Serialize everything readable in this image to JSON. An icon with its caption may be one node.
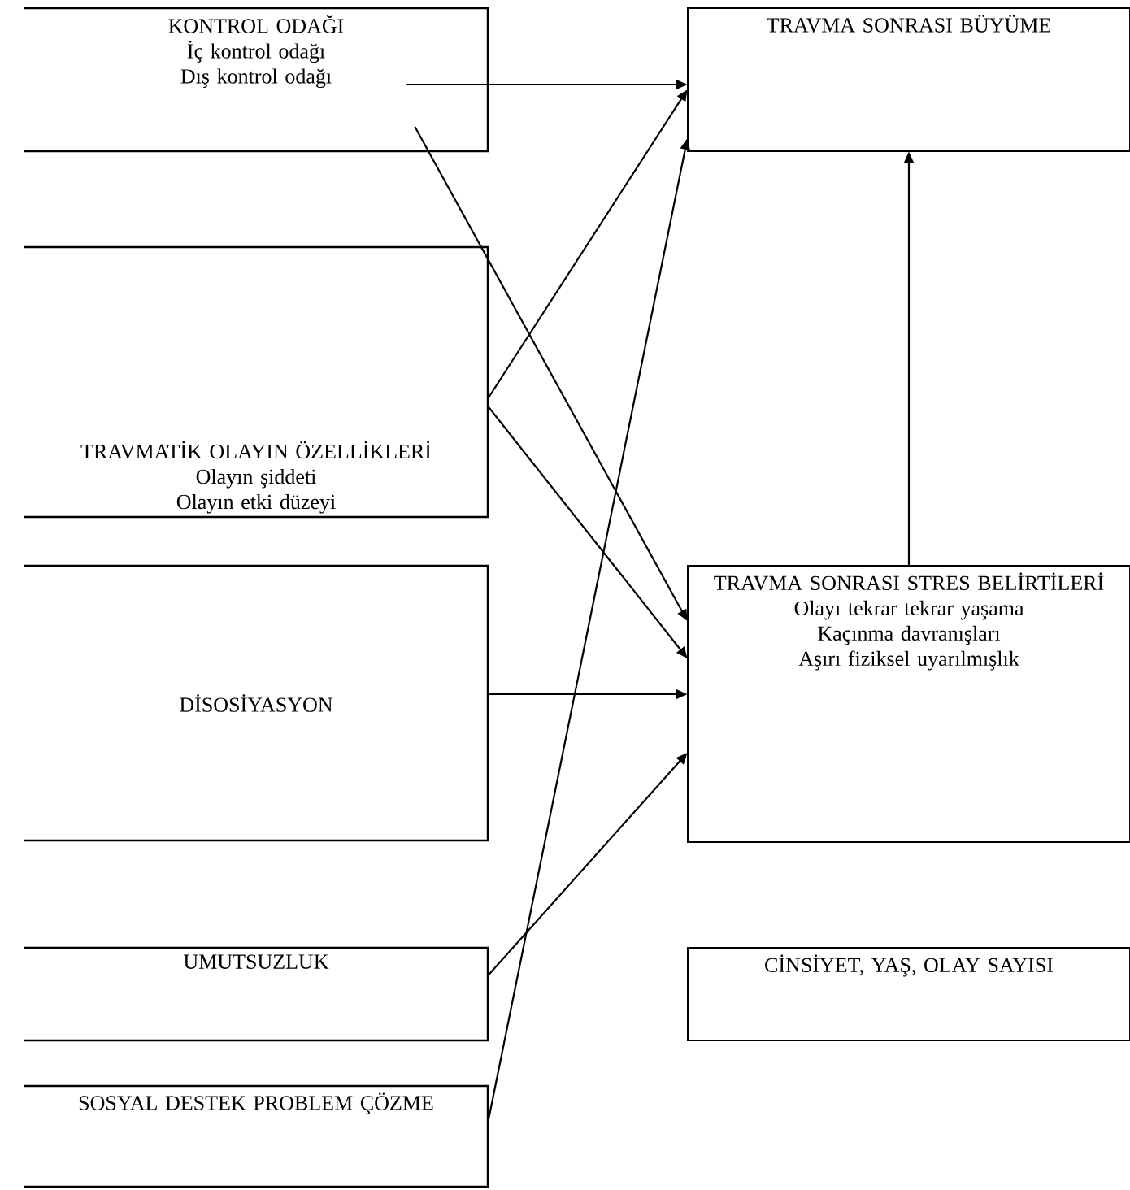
{
  "diagram": {
    "nodes": [
      {
        "text": [
          "KONTROL ODAĞI",
          "İç kontrol odağı",
          "Dış kontrol odağı"
        ]
      },
      {
        "text": [
          "TRAVMA SONRASI BÜYÜME"
        ]
      },
      {
        "text": [
          "TRAVMATİK OLAYIN ÖZELLİKLERİ",
          "Olayın şiddeti",
          "Olayın etki düzeyi"
        ]
      },
      {
        "text": [
          "TRAVMA SONRASI STRES BELİRTİLERİ",
          "Olayı tekrar tekrar yaşama",
          "Kaçınma davranışları",
          "Aşırı fiziksel uyarılmışlık"
        ]
      },
      {
        "text": [
          "DİSOSİYASYON"
        ]
      },
      {
        "text": [
          "UMUTSUZLUK"
        ]
      },
      {
        "text": [
          "CİNSİYET, YAŞ, OLAY SAYISI"
        ]
      },
      {
        "text": [
          "SOSYAL DESTEK PROBLEM ÇÖZME"
        ]
      }
    ],
    "edges": [
      {
        "from": 0,
        "to": 1,
        "arrow": "to"
      },
      {
        "from": 0,
        "to": 3,
        "arrow": "to"
      },
      {
        "from": 2,
        "to": 1,
        "arrow": "to"
      },
      {
        "from": 2,
        "to": 3,
        "arrow": "to"
      },
      {
        "from": 4,
        "to": 3,
        "arrow": "to"
      },
      {
        "from": 5,
        "to": 3,
        "arrow": "to"
      },
      {
        "from": 7,
        "to": 1,
        "arrow": "to"
      },
      {
        "from": 3,
        "to": 1,
        "arrow": "to"
      }
    ]
  }
}
